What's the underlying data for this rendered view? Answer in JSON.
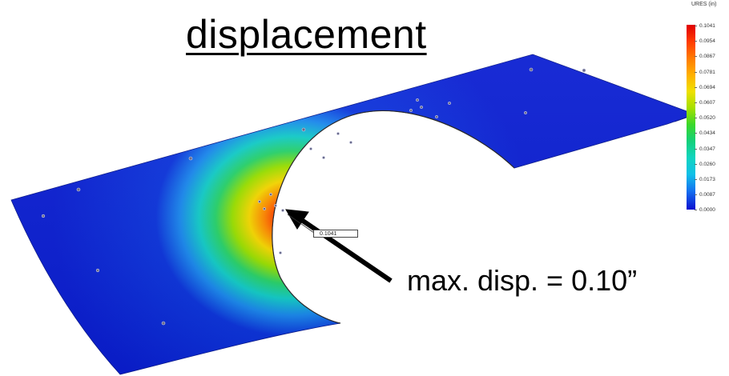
{
  "title": "displacement",
  "annotation": "max. disp. = 0.10”",
  "probe_value": "0.1041",
  "legend": {
    "title": "URES (in)",
    "labels": [
      "0.1041",
      "0.0954",
      "0.0867",
      "0.0781",
      "0.0694",
      "0.0607",
      "0.0520",
      "0.0434",
      "0.0347",
      "0.0260",
      "0.0173",
      "0.0087",
      "0.0000"
    ]
  },
  "colors": {
    "max": "#e00000",
    "min": "#0a10d0",
    "plate_base": "#0c22d8"
  }
}
